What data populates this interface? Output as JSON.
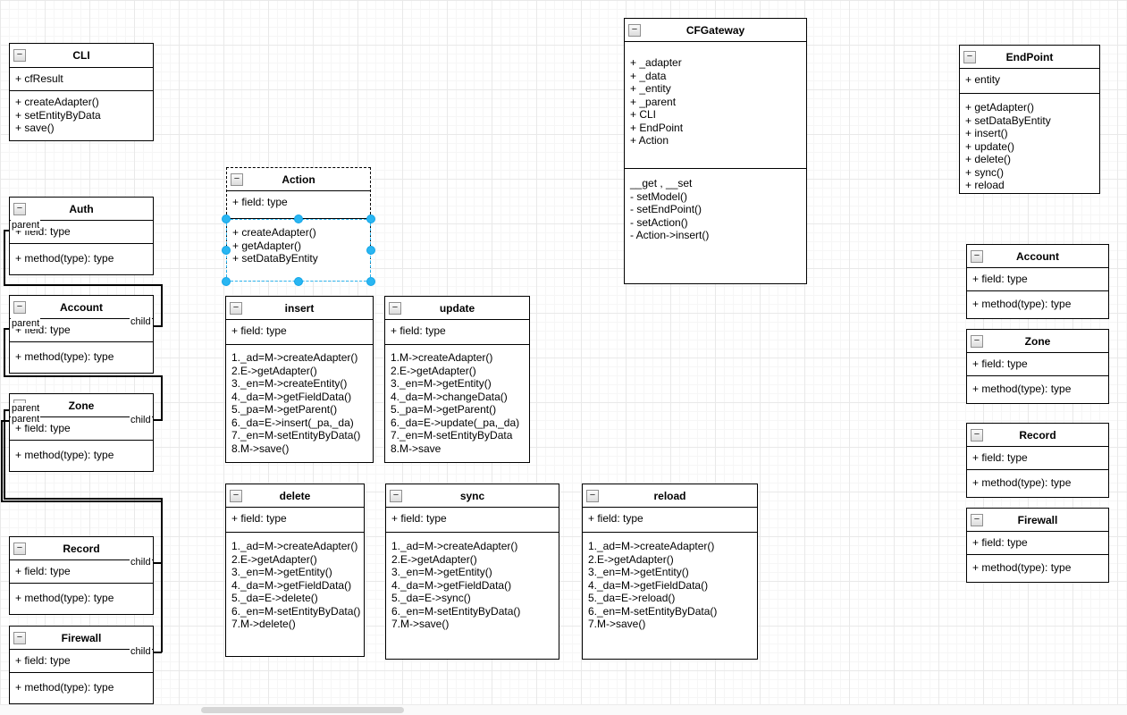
{
  "icons": {
    "collapse": "−"
  },
  "colors": {
    "selection": "#29b6f2",
    "box_border": "#000000",
    "grid_major": "#e9e9e9",
    "grid_minor": "#f6f6f6"
  },
  "edges": {
    "auth_account": {
      "source_label": "parent",
      "target_label": "child"
    },
    "account_zone": {
      "source_label": "parent",
      "target_label": "child"
    },
    "zone_record": {
      "source_label": "parent",
      "target_label": "child"
    },
    "zone_firewall": {
      "source_label": "parent",
      "target_label": "child"
    }
  },
  "classes": {
    "cli": {
      "title": "CLI",
      "fields": [
        "+ cfResult"
      ],
      "methods": [
        "+ createAdapter()",
        "+ setEntityByData",
        "+ save()"
      ]
    },
    "auth": {
      "title": "Auth",
      "fields": [
        "+ field: type"
      ],
      "methods": [
        "+ method(type): type"
      ]
    },
    "account_left": {
      "title": "Account",
      "fields": [
        "+ field: type"
      ],
      "methods": [
        "+ method(type): type"
      ]
    },
    "zone_left": {
      "title": "Zone",
      "fields": [
        "+ field: type"
      ],
      "methods": [
        "+ method(type): type"
      ]
    },
    "record_left": {
      "title": "Record",
      "fields": [
        "+ field: type"
      ],
      "methods": [
        "+ method(type): type"
      ]
    },
    "firewall_left": {
      "title": "Firewall",
      "fields": [
        "+ field: type"
      ],
      "methods": [
        "+ method(type): type"
      ]
    },
    "action": {
      "title": "Action",
      "fields": [
        "+ field: type"
      ],
      "methods": [
        "+ createAdapter()",
        "+ getAdapter()",
        "+ setDataByEntity"
      ]
    },
    "cfgateway": {
      "title": "CFGateway",
      "fields": [
        "+ _adapter",
        "+ _data",
        "+ _entity",
        "+ _parent",
        "+ CLI",
        "+ EndPoint",
        "+ Action"
      ],
      "methods": [
        "__get , __set",
        "- setModel()",
        "- setEndPoint()",
        "- setAction()",
        "- Action->insert()"
      ]
    },
    "endpoint": {
      "title": "EndPoint",
      "fields": [
        "+ entity"
      ],
      "methods": [
        "+ getAdapter()",
        "+ setDataByEntity",
        "+ insert()",
        "+ update()",
        "+ delete()",
        "+ sync()",
        "+ reload"
      ]
    },
    "insert": {
      "title": "insert",
      "fields": [
        "+ field: type"
      ],
      "methods": [
        "1._ad=M->createAdapter()",
        "2.E->getAdapter()",
        "3._en=M->createEntity()",
        "4._da=M->getFieldData()",
        "5._pa=M->getParent()",
        "6._da=E->insert(_pa,_da)",
        "7._en=M-setEntityByData()",
        "8.M->save()"
      ]
    },
    "update": {
      "title": "update",
      "fields": [
        "+ field: type"
      ],
      "methods": [
        "1.M->createAdapter()",
        "2.E->getAdapter()",
        "3._en=M->getEntity()",
        "4._da=M->changeData()",
        "5._pa=M->getParent()",
        "6._da=E->update(_pa,_da)",
        "7._en=M-setEntityByData",
        "8.M->save"
      ]
    },
    "delete": {
      "title": "delete",
      "fields": [
        "+ field: type"
      ],
      "methods": [
        "1._ad=M->createAdapter()",
        "2.E->getAdapter()",
        "3._en=M->getEntity()",
        "4._da=M->getFieldData()",
        "5._da=E->delete()",
        "6._en=M-setEntityByData()",
        "7.M->delete()"
      ]
    },
    "sync": {
      "title": "sync",
      "fields": [
        "+ field: type"
      ],
      "methods": [
        "1._ad=M->createAdapter()",
        "2.E->getAdapter()",
        "3._en=M->getEntity()",
        "4._da=M->getFieldData()",
        "5._da=E->sync()",
        "6._en=M-setEntityByData()",
        "7.M->save()"
      ]
    },
    "reload": {
      "title": "reload",
      "fields": [
        "+ field: type"
      ],
      "methods": [
        "1._ad=M->createAdapter()",
        "2.E->getAdapter()",
        "3._en=M->getEntity()",
        "4._da=M->getFieldData()",
        "5._da=E->reload()",
        "6._en=M-setEntityByData()",
        "7.M->save()"
      ]
    },
    "account_right": {
      "title": "Account",
      "fields": [
        "+ field: type"
      ],
      "methods": [
        "+ method(type): type"
      ]
    },
    "zone_right": {
      "title": "Zone",
      "fields": [
        "+ field: type"
      ],
      "methods": [
        "+ method(type): type"
      ]
    },
    "record_right": {
      "title": "Record",
      "fields": [
        "+ field: type"
      ],
      "methods": [
        "+ method(type): type"
      ]
    },
    "firewall_right": {
      "title": "Firewall",
      "fields": [
        "+ field: type"
      ],
      "methods": [
        "+ method(type): type"
      ]
    }
  }
}
